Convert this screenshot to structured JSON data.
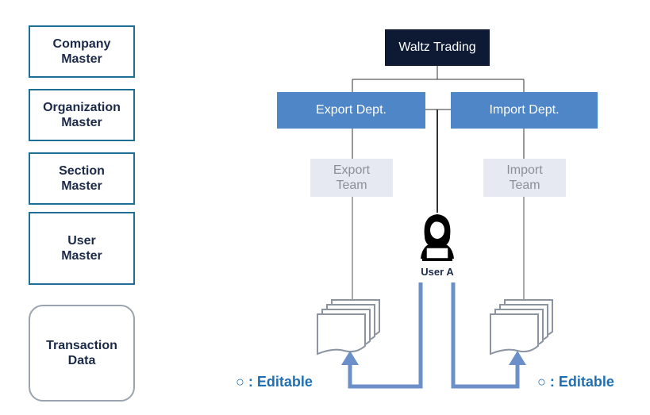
{
  "legend": {
    "company": "Company\nMaster",
    "organization": "Organization\nMaster",
    "section": "Section\nMaster",
    "user": "User\nMaster",
    "transaction": "Transaction\nData"
  },
  "org": {
    "company": "Waltz Trading",
    "export_dept": "Export Dept.",
    "import_dept": "Import Dept.",
    "export_team": "Export\nTeam",
    "import_team": "Import\nTeam"
  },
  "user": {
    "label": "User A"
  },
  "editable": {
    "left": "○ : Editable",
    "right": "○ : Editable"
  },
  "colors": {
    "company_node": "#0e1a33",
    "dept_node": "#4e86c8",
    "team_node": "#e6e9f2",
    "arrow": "#6b8fc8",
    "editable_text": "#1f6fb3"
  }
}
